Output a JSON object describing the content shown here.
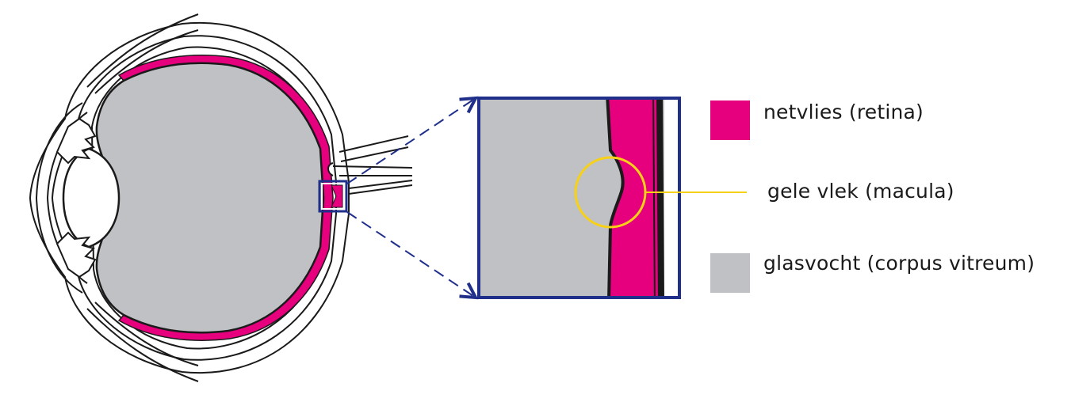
{
  "colors": {
    "retina": "#e6007e",
    "vitreous": "#c0c1c4",
    "macula": "#f7d117",
    "frame": "#1f2f8a",
    "outline": "#1a1a1a"
  },
  "legend": {
    "retina_label": "netvlies (retina)",
    "macula_label": "gele vlek (macula)",
    "vitreous_label": "glasvocht (corpus vitreum)"
  }
}
